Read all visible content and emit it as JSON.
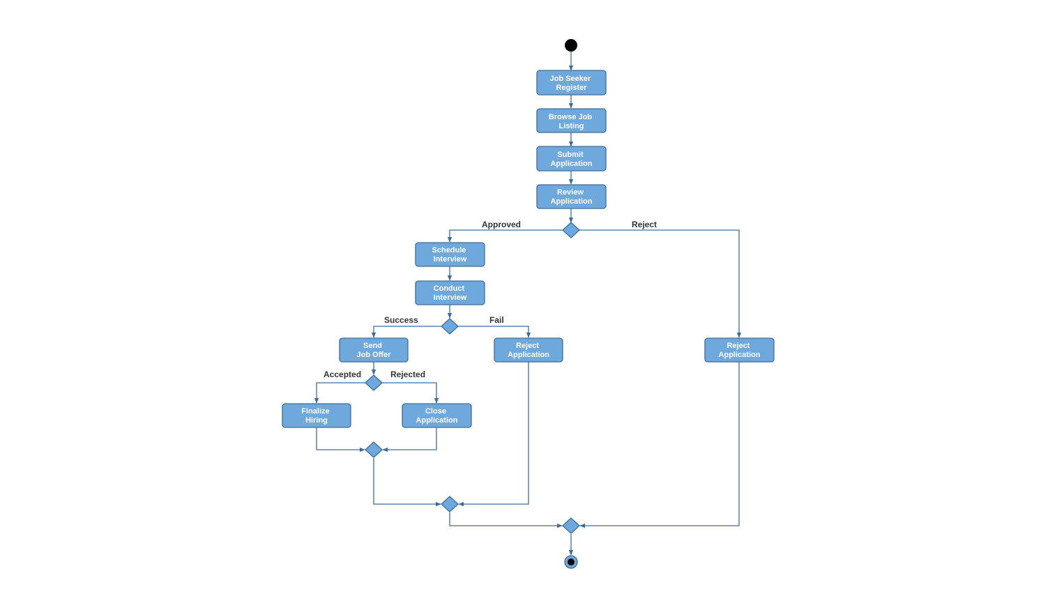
{
  "colors": {
    "node_fill": "#6fa8dc",
    "node_stroke": "#3d6c99",
    "edge": "#3d6c99",
    "start_fill": "#000000",
    "end_ring": "#6fa8dc",
    "label_text": "#333333",
    "node_text": "#ffffff"
  },
  "nodes": {
    "register": {
      "line1": "Job Seeker",
      "line2": "Register"
    },
    "browse": {
      "line1": "Browse Job",
      "line2": "Listing"
    },
    "submit": {
      "line1": "Submit",
      "line2": "Application"
    },
    "review": {
      "line1": "Review",
      "line2": "Application"
    },
    "schedule": {
      "line1": "Schedule",
      "line2": "Interview"
    },
    "conduct": {
      "line1": "Conduct",
      "line2": "Interview"
    },
    "offer": {
      "line1": "Send",
      "line2": "Job Offer"
    },
    "reject_fail": {
      "line1": "Reject",
      "line2": "Application"
    },
    "reject_review": {
      "line1": "Reject",
      "line2": "Application"
    },
    "finalize": {
      "line1": "Finalize",
      "line2": "Hiring"
    },
    "close": {
      "line1": "Close",
      "line2": "Application"
    }
  },
  "edge_labels": {
    "approved": "Approved",
    "reject": "Reject",
    "success": "Success",
    "fail": "Fail",
    "accepted": "Accepted",
    "rejected": "Rejected"
  }
}
